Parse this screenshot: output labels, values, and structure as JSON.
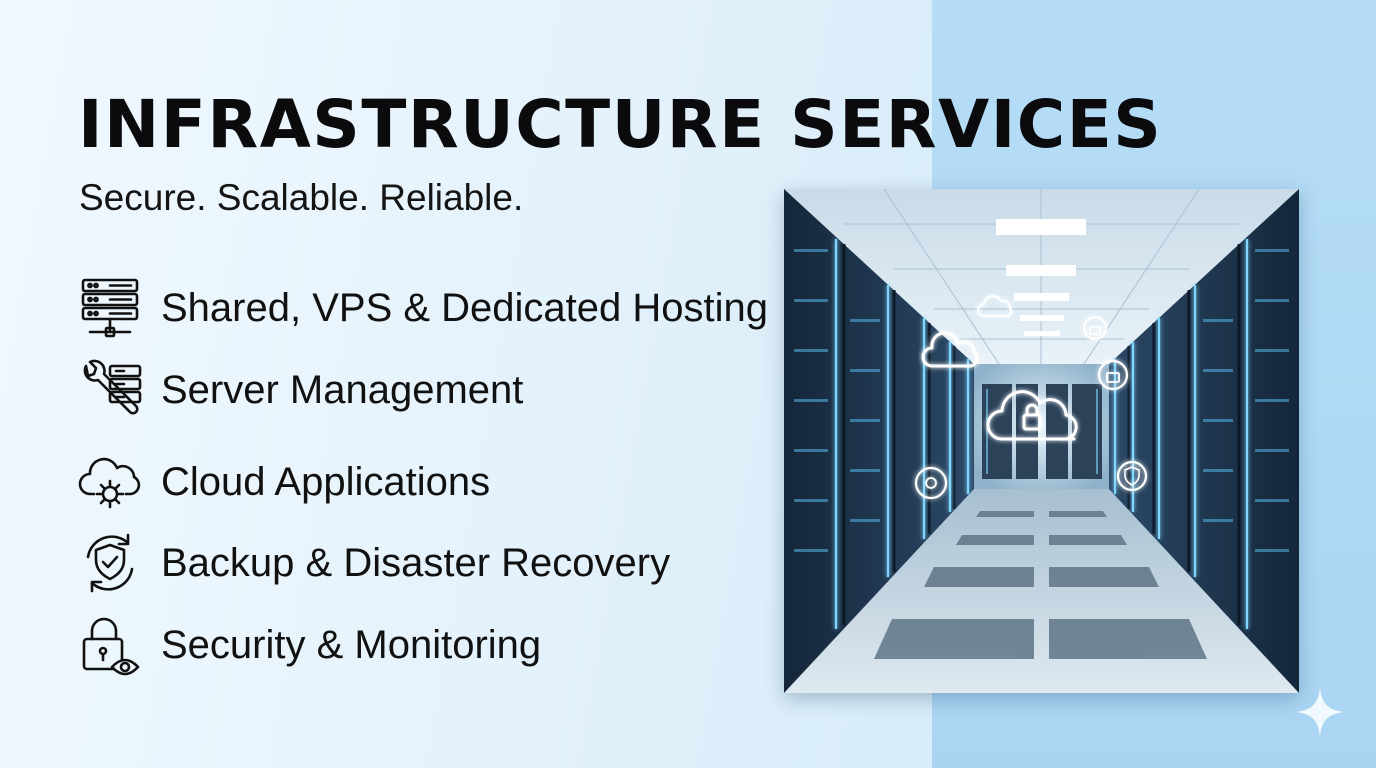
{
  "header": {
    "title": "INFRASTRUCTURE SERVICES",
    "subtitle": "Secure. Scalable. Reliable."
  },
  "services": [
    {
      "label": "Shared, VPS & Dedicated Hosting",
      "icon": "server-stack-icon"
    },
    {
      "label": "Server Management",
      "icon": "wrench-server-icon"
    },
    {
      "label": "Cloud Applications",
      "icon": "cloud-gear-icon"
    },
    {
      "label": "Backup & Disaster Recovery",
      "icon": "shield-check-icon"
    },
    {
      "label": "Security & Monitoring",
      "icon": "lock-eye-icon"
    }
  ],
  "image": {
    "icon": "datacenter-corridor-image"
  },
  "colors": {
    "background": "#e6f3fc",
    "accent_panel": "#afd8f4",
    "text": "#111111",
    "glow": "#7fd6ff"
  }
}
